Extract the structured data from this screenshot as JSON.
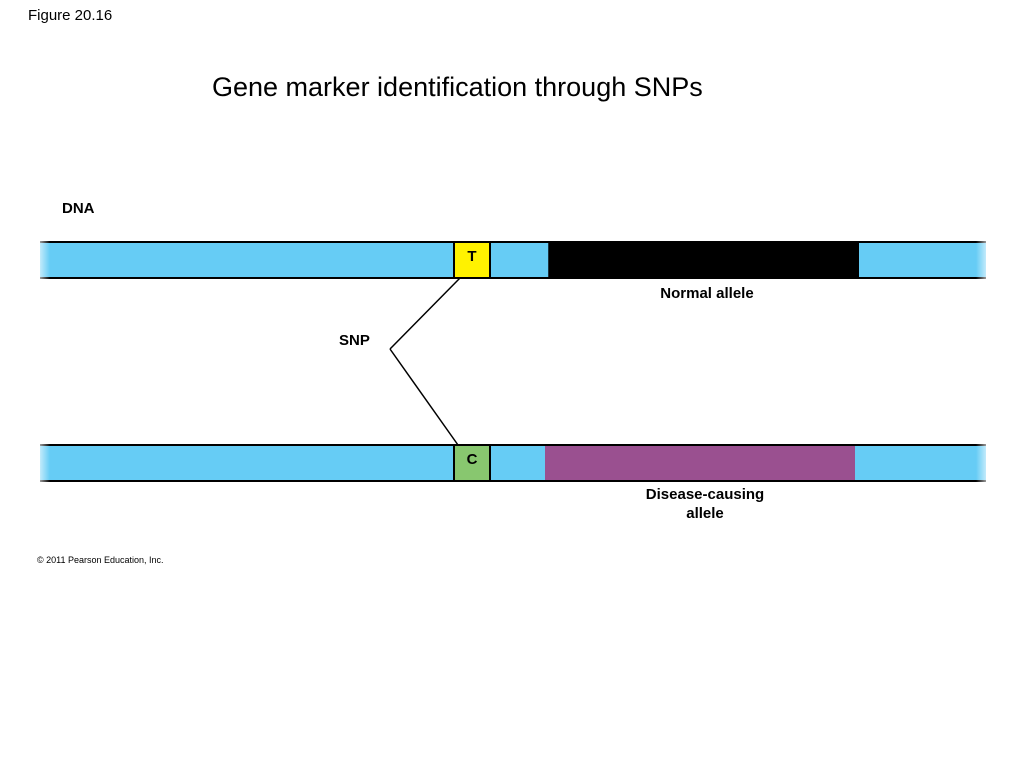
{
  "figure_label": "Figure 20.16",
  "title": "Gene marker identification through SNPs",
  "dna_label": "DNA",
  "snp_label": "SNP",
  "normal": {
    "base": "T",
    "label": "Normal allele"
  },
  "disease": {
    "base": "C",
    "label_line1": "Disease-causing",
    "label_line2": "allele"
  },
  "copyright": "© 2011 Pearson Education, Inc.",
  "colors": {
    "dna_strand": "#66CCF5",
    "normal_base": "#FFF200",
    "disease_base": "#88C76F",
    "normal_gene": "#000000",
    "disease_gene": "#9A5090"
  }
}
